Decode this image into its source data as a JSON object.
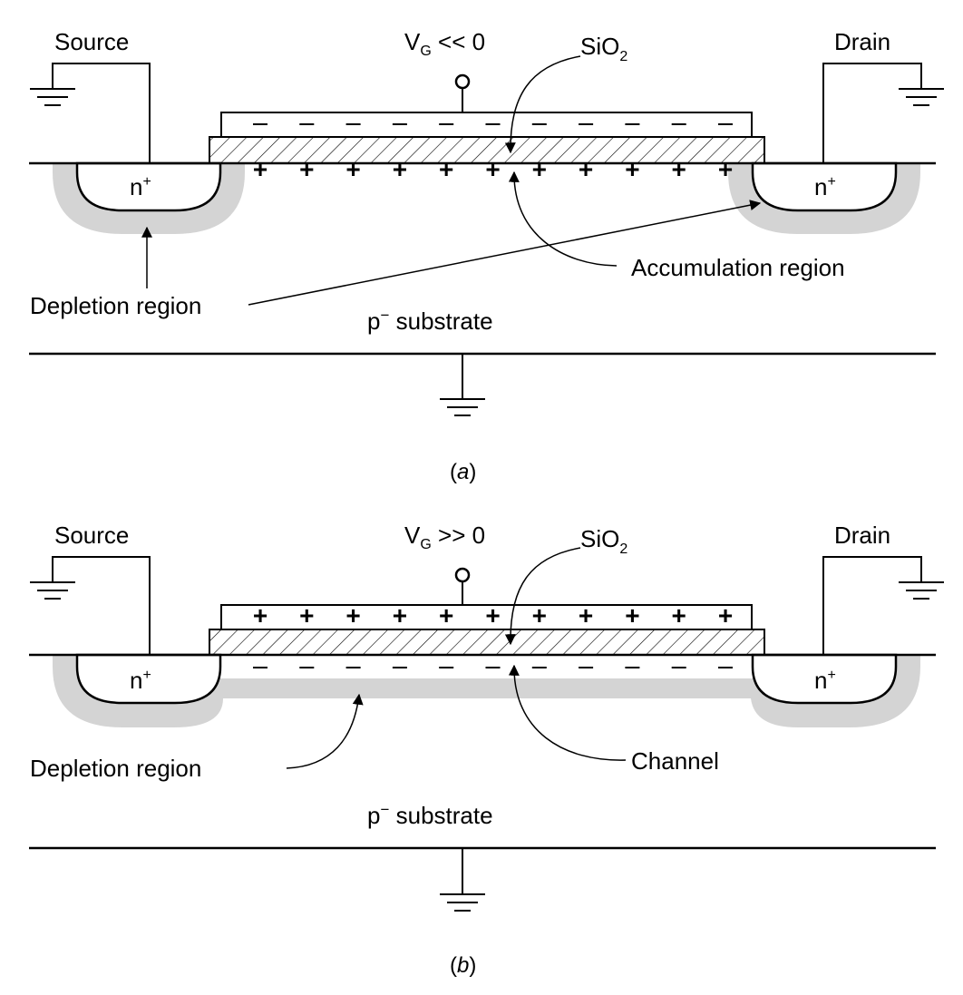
{
  "colors": {
    "line": "#000000",
    "depletion": "#d4d4d4",
    "background": "#ffffff"
  },
  "panels": [
    {
      "id": "a",
      "caption": "(a)",
      "caption_letter": "a",
      "source_label": "Source",
      "drain_label": "Drain",
      "gate_voltage": {
        "symbol": "V",
        "subscript": "G",
        "relation": " << 0"
      },
      "oxide_label": {
        "base": "SiO",
        "subscript": "2"
      },
      "source_well_label": {
        "base": "n",
        "superscript": "+"
      },
      "drain_well_label": {
        "base": "n",
        "superscript": "+"
      },
      "substrate_label": {
        "base": "p",
        "superscript": "−",
        "rest": " substrate"
      },
      "depletion_label": "Depletion region",
      "region_label": "Accumulation region",
      "gate_charge": "−",
      "surface_charge": "+",
      "charge_count": 11
    },
    {
      "id": "b",
      "caption": "(b)",
      "caption_letter": "b",
      "source_label": "Source",
      "drain_label": "Drain",
      "gate_voltage": {
        "symbol": "V",
        "subscript": "G",
        "relation": " >> 0"
      },
      "oxide_label": {
        "base": "SiO",
        "subscript": "2"
      },
      "source_well_label": {
        "base": "n",
        "superscript": "+"
      },
      "drain_well_label": {
        "base": "n",
        "superscript": "+"
      },
      "substrate_label": {
        "base": "p",
        "superscript": "−",
        "rest": " substrate"
      },
      "depletion_label": "Depletion region",
      "region_label": "Channel",
      "gate_charge": "+",
      "surface_charge": "−",
      "charge_count": 11
    }
  ]
}
